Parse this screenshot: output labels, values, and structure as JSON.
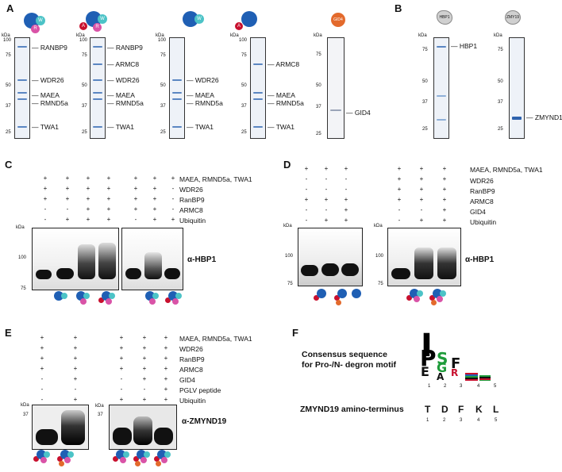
{
  "panels": {
    "A": "A",
    "B": "B",
    "C": "C",
    "D": "D",
    "E": "E",
    "F": "F"
  },
  "units": {
    "kDa": "kDa"
  },
  "gelA": {
    "ticks": [
      "100",
      "75",
      "50",
      "37",
      "25"
    ],
    "lane1_labels": [
      "RANBP9",
      "WDR26",
      "MAEA",
      "RMND5a",
      "TWA1"
    ],
    "lane2_labels": [
      "RANBP9",
      "ARMC8",
      "WDR26",
      "MAEA",
      "RMND5a",
      "TWA1"
    ],
    "lane3_labels": [
      "WDR26",
      "MAEA",
      "RMND5a",
      "TWA1"
    ],
    "lane4_labels": [
      "ARMC8",
      "MAEA",
      "RMND5a",
      "TWA1"
    ],
    "gid4_ticks": [
      "75",
      "50",
      "37",
      "25"
    ],
    "gid4_label": "GID4",
    "gid4_icon": "GID4"
  },
  "gelB": {
    "ticks": [
      "75",
      "50",
      "37",
      "25"
    ],
    "hbp1_icon": "HBP1",
    "hbp1_label": "HBP1",
    "zmy_icon": "ZMY19",
    "zmy_label": "ZMYND19"
  },
  "icons": {
    "core": "Core",
    "w": "W",
    "r": "R",
    "a": "A",
    "g": "G"
  },
  "panelC": {
    "rows": [
      "MAEA, RMND5a, TWA1",
      "WDR26",
      "RanBP9",
      "ARMC8",
      "Ubiquitin"
    ],
    "signs": [
      [
        "+",
        "+",
        "+",
        "+",
        "+",
        "+",
        "+"
      ],
      [
        "+",
        "+",
        "+",
        "+",
        "+",
        "+",
        "-"
      ],
      [
        "+",
        "+",
        "+",
        "+",
        "+",
        "+",
        "-"
      ],
      [
        "-",
        "-",
        "+",
        "+",
        "+",
        "+",
        "-"
      ],
      [
        "-",
        "+",
        "+",
        "+",
        "-",
        "+",
        "+"
      ]
    ],
    "ticks": [
      "100",
      "75"
    ],
    "antibody": "α-HBP1"
  },
  "panelD": {
    "rows": [
      "MAEA, RMND5a, TWA1",
      "WDR26",
      "RanBP9",
      "ARMC8",
      "GID4",
      "Ubiquitin"
    ],
    "signs": [
      [
        "+",
        "+",
        "+",
        "+",
        "+",
        "+"
      ],
      [
        "-",
        "-",
        "-",
        "+",
        "+",
        "+"
      ],
      [
        "-",
        "-",
        "-",
        "+",
        "+",
        "+"
      ],
      [
        "+",
        "+",
        "+",
        "+",
        "+",
        "+"
      ],
      [
        "-",
        "-",
        "+",
        "-",
        "-",
        "+"
      ],
      [
        "-",
        "+",
        "+",
        "-",
        "+",
        "+"
      ]
    ],
    "ticks": [
      "100",
      "75"
    ],
    "antibody": "α-HBP1"
  },
  "panelE": {
    "rows": [
      "MAEA, RMND5a, TWA1",
      "WDR26",
      "RanBP9",
      "ARMC8",
      "GID4",
      "PGLV peptide",
      "Ubiquitin"
    ],
    "signs": [
      [
        "+",
        "+",
        "+",
        "+",
        "+"
      ],
      [
        "+",
        "+",
        "+",
        "+",
        "+"
      ],
      [
        "+",
        "+",
        "+",
        "+",
        "+"
      ],
      [
        "+",
        "+",
        "+",
        "+",
        "+"
      ],
      [
        "-",
        "+",
        "-",
        "+",
        "+"
      ],
      [
        "-",
        "-",
        "-",
        "-",
        "+"
      ],
      [
        "-",
        "+",
        "+",
        "+",
        "+"
      ]
    ],
    "ticks": [
      "37"
    ],
    "antibody": "α-ZMYND19"
  },
  "panelF": {
    "consensus_title": "Consensus sequence\nfor Pro-/N- degron motif",
    "positions": [
      "1",
      "2",
      "3",
      "4",
      "5"
    ],
    "zmy_title": "ZMYND19 amino-terminus",
    "zmy_residues": [
      "T",
      "D",
      "F",
      "K",
      "L"
    ],
    "zmy_positions": [
      "1",
      "2",
      "3",
      "4",
      "5"
    ]
  },
  "colors": {
    "core": "#1f5fb4",
    "w": "#4cc3c7",
    "r": "#d953a7",
    "a": "#c8102e",
    "g": "#e36a2c",
    "gel_band": "#5a86c2"
  }
}
